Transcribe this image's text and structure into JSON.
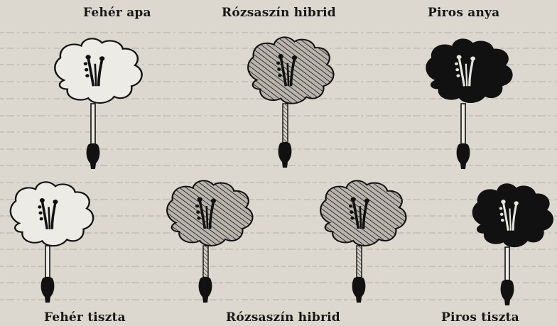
{
  "labels": {
    "top_left": "Fehér apa",
    "top_center": "Rózsaszín hibrid",
    "top_right": "Piros anya",
    "bottom_left": "Fehér tiszta",
    "bottom_center": "Rózsaszín hibrid",
    "bottom_right": "Piros tiszta"
  },
  "colors": {
    "paper": "#dcd8cf",
    "ink": "#161616",
    "white_petal": "#ecebe6",
    "pink_petal": "#a8a49c",
    "red_petal": "#111111"
  },
  "flowers": [
    {
      "id": "white-father",
      "fill": "white"
    },
    {
      "id": "pink-hybrid-top",
      "fill": "hatched"
    },
    {
      "id": "red-mother",
      "fill": "black"
    },
    {
      "id": "white-pure",
      "fill": "white"
    },
    {
      "id": "pink-hybrid-bottom-1",
      "fill": "hatched"
    },
    {
      "id": "pink-hybrid-bottom-2",
      "fill": "hatched"
    },
    {
      "id": "red-pure",
      "fill": "black"
    }
  ]
}
